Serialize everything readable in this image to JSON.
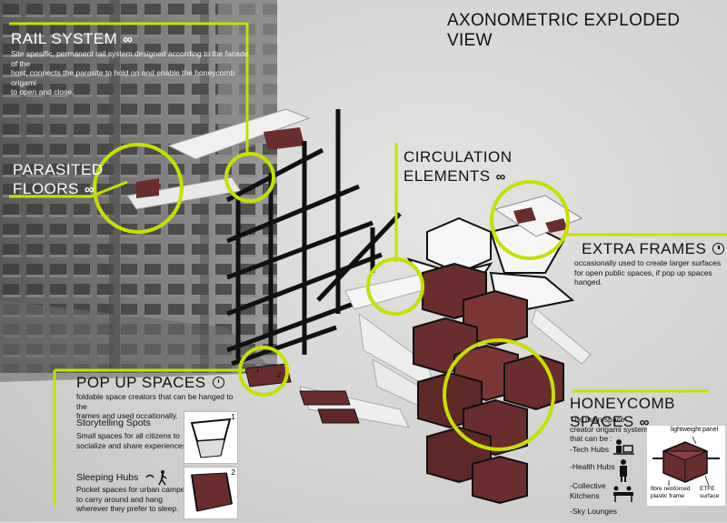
{
  "title": "AXONOMETRIC EXPLODED VIEW",
  "colors": {
    "accent": "#c6e000",
    "frame": "#111111",
    "panel": "#6a2d2d"
  },
  "rail_system": {
    "heading": "RAIL SYSTEM",
    "symbol": "∞",
    "description_1": "Site spesific, permanent rail system designed according to the facade of the",
    "description_2": "host,  connects the parasite to hold on and enable the honeycomb origami",
    "description_3": "to open and close."
  },
  "parasited_floors": {
    "line1": "PARASITED",
    "line2": "FLOORS",
    "symbol": "∞"
  },
  "circulation": {
    "line1": "CIRCULATION",
    "line2": "ELEMENTS",
    "symbol": "∞"
  },
  "extra_frames": {
    "heading": "EXTRA FRAMES",
    "icon": "clock-icon",
    "description_1": "occasionally used to create larger surfaces",
    "description_2": "for open public spaces, if pop up spaces hanged."
  },
  "pop_up": {
    "heading": "POP UP SPACES",
    "icon": "clock-icon",
    "description_1": "foldable space creators that can be hanged to the",
    "description_2": "frames and used occationally.",
    "storytelling": {
      "title": "Storytelling Spots",
      "text_1": "Small spaces for all  citizens to",
      "text_2": "socialize and share experiences.",
      "number": "1"
    },
    "sleeping": {
      "title": "Sleeping Hubs",
      "icon": "walking-person-icon",
      "text_1": "Pocket spaces for urban campers",
      "text_2": "to carry around and hang",
      "text_3": "wherever they prefer to sleep.",
      "number": "2"
    },
    "marker_1": "1",
    "marker_2": "2"
  },
  "honeycomb": {
    "heading": "HONEYCOMB SPACES",
    "symbol": "∞",
    "intro_1": "The main space",
    "intro_2": "creator origami system",
    "intro_3": "that can be :",
    "uses": [
      "-Tech Hubs",
      "-Health Hubs",
      "-Collective",
      "Kitchens",
      "-Sky Lounges"
    ],
    "detail_labels": {
      "panel": "lightweight panel",
      "frame_1": "fibre reinforced",
      "frame_2": "plastic frame",
      "surface_1": "ETFE",
      "surface_2": "surface"
    }
  }
}
